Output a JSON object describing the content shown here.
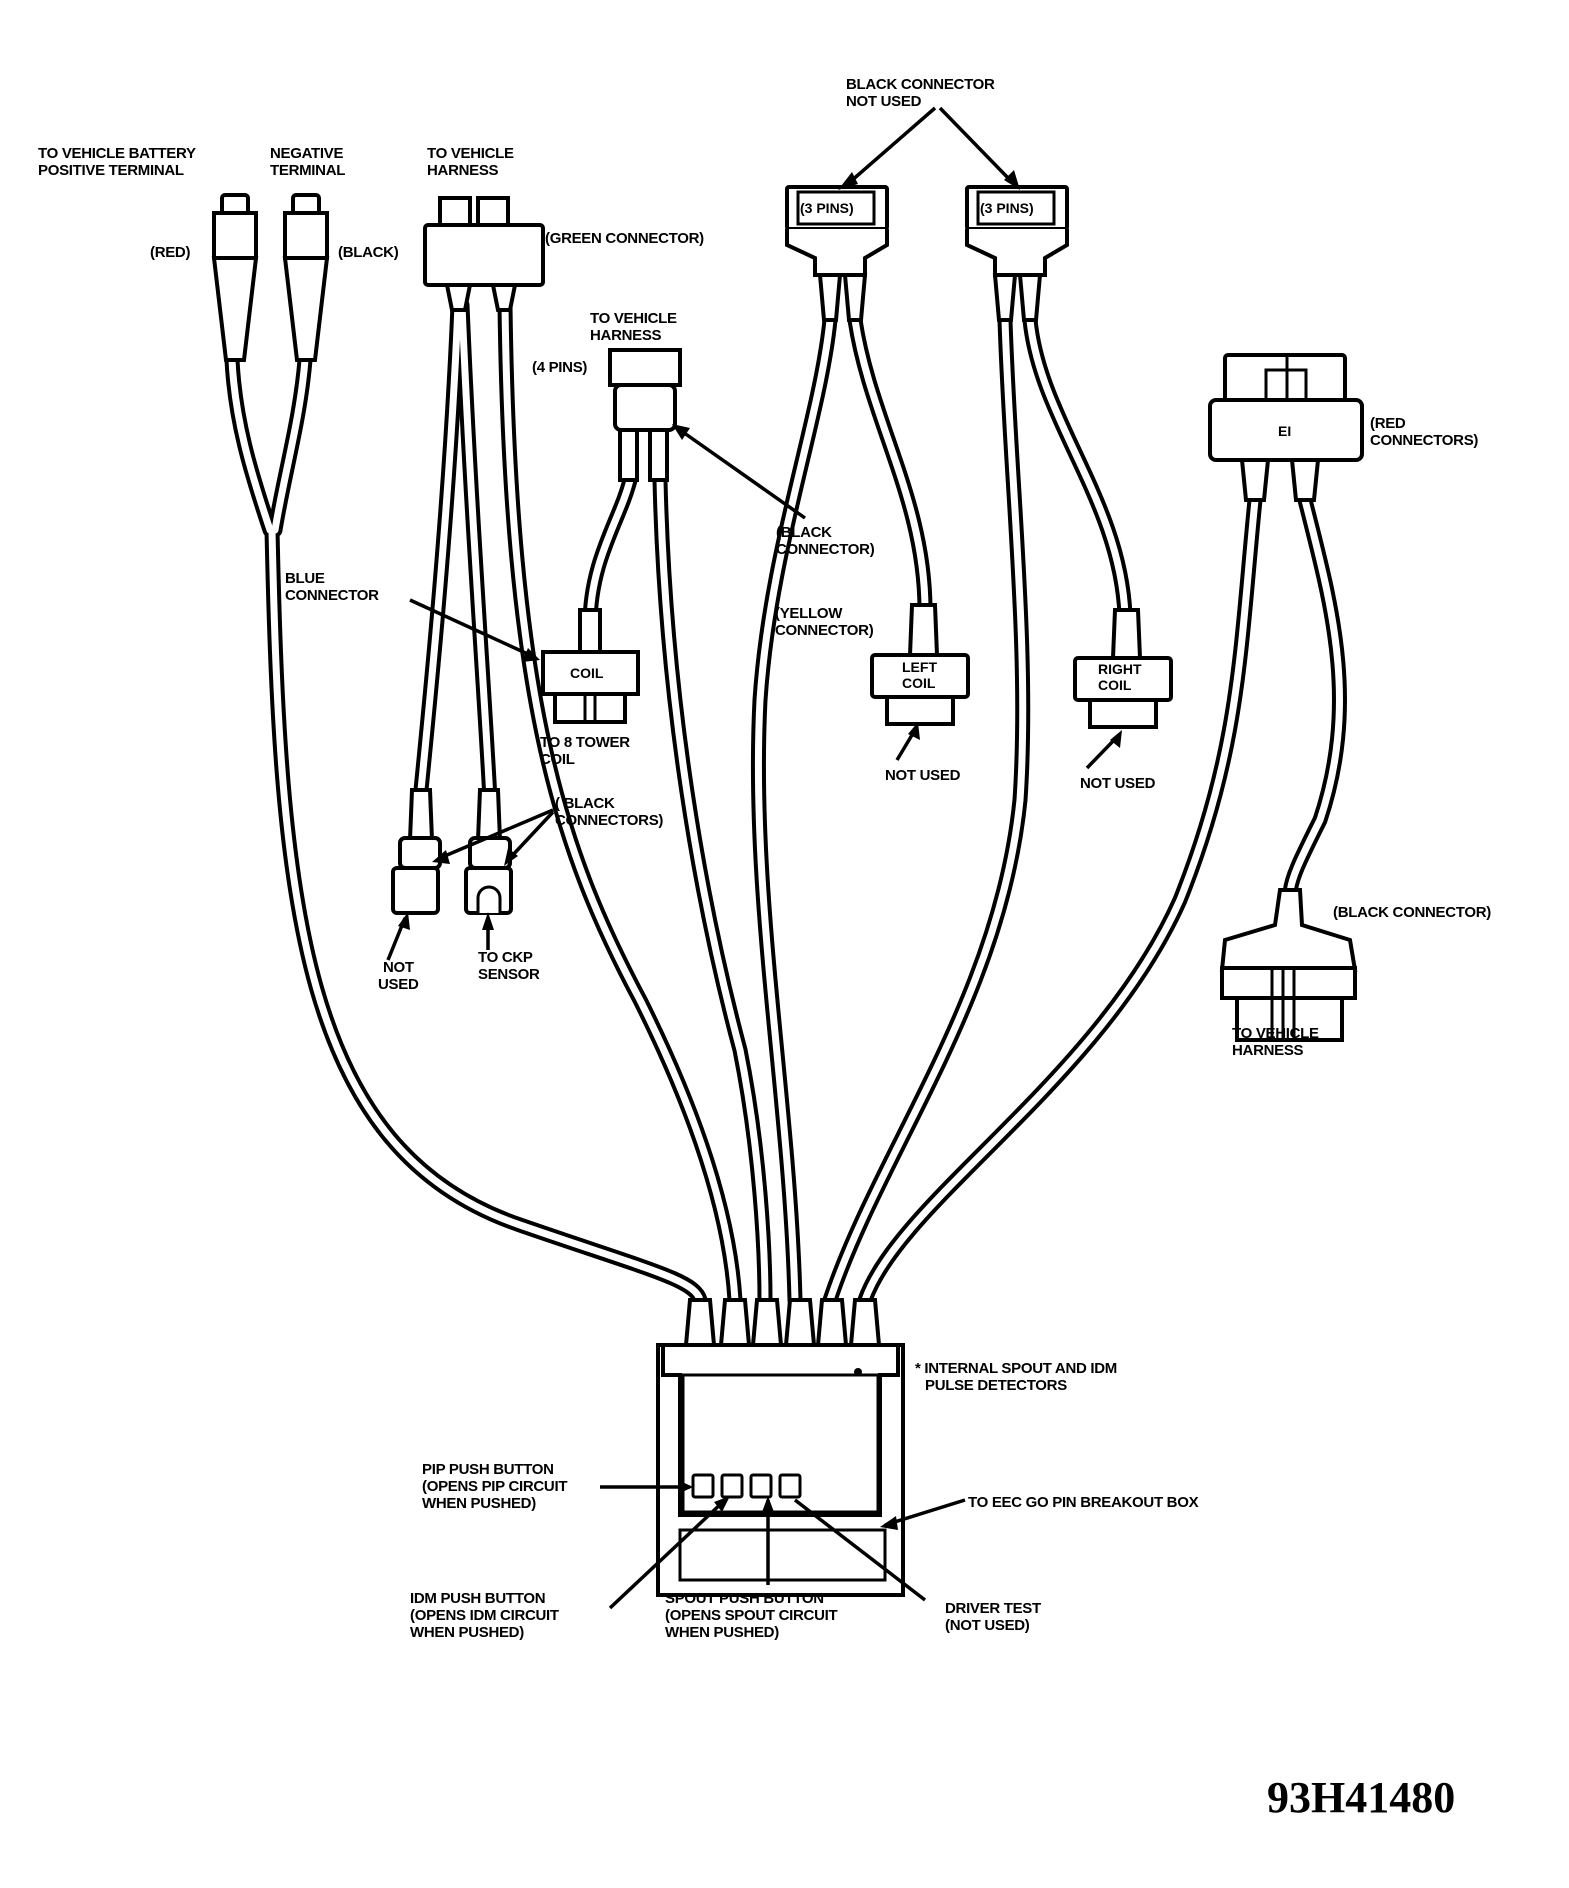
{
  "figure_id": "93H41480",
  "labels": {
    "battery_positive": [
      "TO VEHICLE BATTERY",
      "POSITIVE TERMINAL"
    ],
    "negative_terminal": [
      "NEGATIVE",
      "TERMINAL"
    ],
    "to_vehicle_harness_top": [
      "TO VEHICLE",
      "HARNESS"
    ],
    "red": "(RED)",
    "black": "(BLACK)",
    "green_connector": "(GREEN CONNECTOR)",
    "black_connector_not_used": [
      "BLACK CONNECTOR",
      "NOT USED"
    ],
    "three_pins": "(3 PINS)",
    "to_vehicle_harness_mid": [
      "TO VEHICLE",
      "HARNESS"
    ],
    "four_pins": "(4 PINS)",
    "black_connector_mid": [
      "(BLACK",
      "CONNECTOR)"
    ],
    "red_connectors": [
      "(RED",
      "CONNECTORS)"
    ],
    "ei_connector": "EI",
    "blue_connector": [
      "BLUE",
      "CONNECTOR"
    ],
    "coil": "COIL",
    "to_8_tower_coil": [
      "TO 8 TOWER",
      "COIL"
    ],
    "yellow_connector": [
      "(YELLOW",
      "CONNECTOR)"
    ],
    "left_coil": [
      "LEFT",
      "COIL"
    ],
    "right_coil": [
      "RIGHT",
      "COIL"
    ],
    "not_used": "NOT USED",
    "black_connectors": [
      "( BLACK",
      "CONNECTORS)"
    ],
    "not_used_stacked": [
      "NOT",
      "USED"
    ],
    "to_ckp_sensor": [
      "TO CKP",
      "SENSOR"
    ],
    "black_connector_right": "(BLACK CONNECTOR)",
    "to_vehicle_harness_right": [
      "TO VEHICLE",
      "HARNESS"
    ],
    "internal_note": [
      "* INTERNAL SPOUT AND IDM",
      "PULSE DETECTORS"
    ],
    "pip_button": [
      "PIP PUSH BUTTON",
      "(OPENS PIP CIRCUIT",
      "WHEN PUSHED)"
    ],
    "eec_breakout": "TO EEC GO PIN BREAKOUT BOX",
    "idm_button": [
      "IDM PUSH BUTTON",
      "(OPENS IDM CIRCUIT",
      "WHEN PUSHED)"
    ],
    "spout_button": [
      "SPOUT PUSH BUTTON",
      "(OPENS SPOUT CIRCUIT",
      "WHEN PUSHED)"
    ],
    "driver_test": [
      "DRIVER TEST",
      "(NOT USED)"
    ]
  }
}
